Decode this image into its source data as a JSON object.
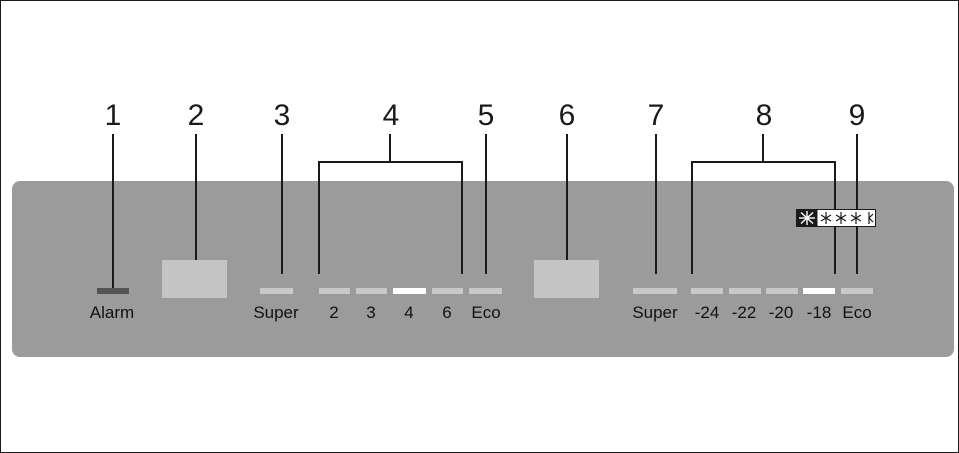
{
  "callouts": [
    "1",
    "2",
    "3",
    "4",
    "5",
    "6",
    "7",
    "8",
    "9"
  ],
  "fridge": {
    "alarm_label": "Alarm",
    "super_label": "Super",
    "temps": [
      "2",
      "3",
      "4",
      "6"
    ],
    "eco_label": "Eco",
    "selected_temp": "4"
  },
  "freezer": {
    "super_label": "Super",
    "temps": [
      "-24",
      "-22",
      "-20",
      "-18"
    ],
    "eco_label": "Eco",
    "selected_temp": "-18"
  },
  "colors": {
    "panel": "#9b9b9b",
    "indicator_off": "#c8c8c8",
    "indicator_on": "#ffffff",
    "alarm_indicator": "#555555",
    "button": "#c4c4c4",
    "ink": "#1a1a1a"
  },
  "icons": [
    "snowflake-star-rating-icon"
  ]
}
